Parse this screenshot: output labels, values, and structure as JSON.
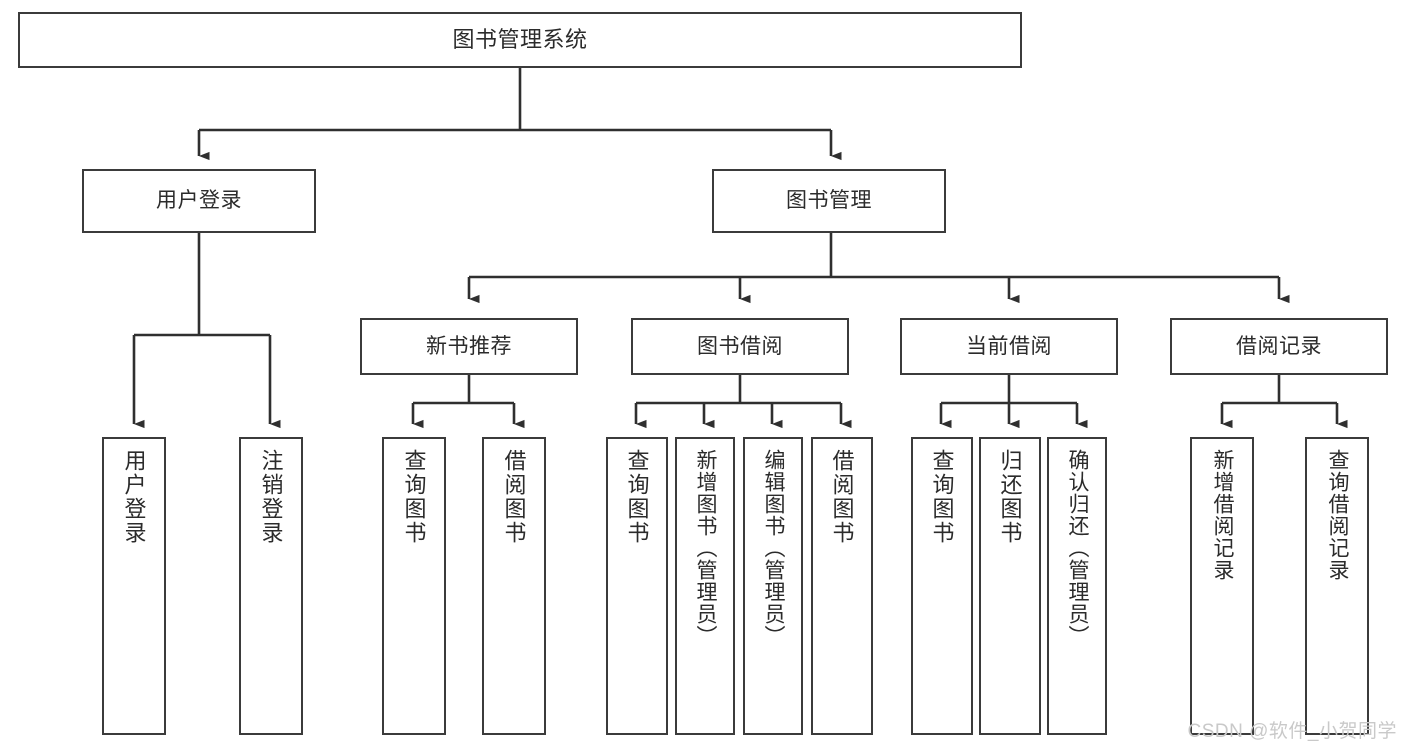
{
  "diagram": {
    "title": "图书管理系统",
    "type": "tree",
    "watermark": "CSDN @软件_小贺同学",
    "colors": {
      "box_border": "#3b3b3b",
      "box_fill": "#ffffff",
      "connector": "#2f2f2f",
      "text": "#2b2b2b",
      "watermark": "#c9c9c9",
      "background": "#ffffff"
    },
    "root": {
      "label": "图书管理系统"
    },
    "level2": [
      {
        "label": "用户登录"
      },
      {
        "label": "图书管理"
      }
    ],
    "level3": [
      {
        "label": "新书推荐"
      },
      {
        "label": "图书借阅"
      },
      {
        "label": "当前借阅"
      },
      {
        "label": "借阅记录"
      }
    ],
    "leaves": {
      "user_login": [
        {
          "label": "用户登录"
        },
        {
          "label": "注销登录"
        }
      ],
      "new_book_recommend": [
        {
          "label": "查询图书"
        },
        {
          "label": "借阅图书"
        }
      ],
      "book_borrow": [
        {
          "label": "查询图书"
        },
        {
          "label": "新增图书（管理员）"
        },
        {
          "label": "编辑图书（管理员）"
        },
        {
          "label": "借阅图书"
        }
      ],
      "current_borrow": [
        {
          "label": "查询图书"
        },
        {
          "label": "归还图书"
        },
        {
          "label": "确认归还（管理员）"
        }
      ],
      "borrow_record": [
        {
          "label": "新增借阅记录"
        },
        {
          "label": "查询借阅记录"
        }
      ]
    }
  }
}
